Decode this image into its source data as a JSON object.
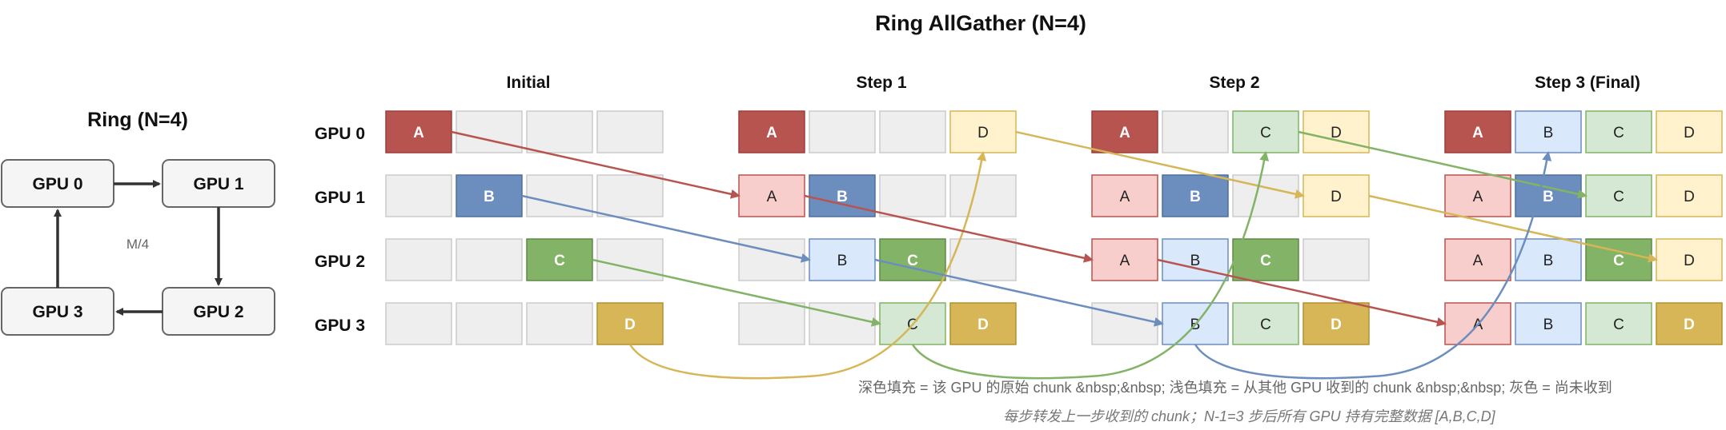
{
  "title": "Ring AllGather (N=4)",
  "ring": {
    "title": "Ring (N=4)",
    "nodes": [
      "GPU 0",
      "GPU 1",
      "GPU 2",
      "GPU 3"
    ],
    "edge_label": "M/4"
  },
  "steps": [
    "Initial",
    "Step 1",
    "Step 2",
    "Step 3 (Final)"
  ],
  "gpus": [
    "GPU 0",
    "GPU 1",
    "GPU 2",
    "GPU 3"
  ],
  "chunks": [
    "A",
    "B",
    "C",
    "D"
  ],
  "colors": {
    "A": {
      "dark": "#b85450",
      "light": "#f8cecc"
    },
    "B": {
      "dark": "#6c8ebf",
      "light": "#dae8fc"
    },
    "C": {
      "dark": "#82b366",
      "light": "#d5e8d4"
    },
    "D": {
      "dark": "#d6b656",
      "light": "#fff2cc"
    },
    "empty": "#eeeeee"
  },
  "grids": [
    [
      [
        "A",
        "dark"
      ],
      [
        "",
        "empty"
      ],
      [
        "",
        "empty"
      ],
      [
        "",
        "empty"
      ],
      [
        "",
        "empty"
      ],
      [
        "B",
        "dark"
      ],
      [
        "",
        "empty"
      ],
      [
        "",
        "empty"
      ],
      [
        "",
        "empty"
      ],
      [
        "",
        "empty"
      ],
      [
        "C",
        "dark"
      ],
      [
        "",
        "empty"
      ],
      [
        "",
        "empty"
      ],
      [
        "",
        "empty"
      ],
      [
        "",
        "empty"
      ],
      [
        "D",
        "dark"
      ]
    ],
    [
      [
        "A",
        "dark"
      ],
      [
        "",
        "empty"
      ],
      [
        "",
        "empty"
      ],
      [
        "D",
        "light"
      ],
      [
        "A",
        "light"
      ],
      [
        "B",
        "dark"
      ],
      [
        "",
        "empty"
      ],
      [
        "",
        "empty"
      ],
      [
        "",
        "empty"
      ],
      [
        "B",
        "light"
      ],
      [
        "C",
        "dark"
      ],
      [
        "",
        "empty"
      ],
      [
        "",
        "empty"
      ],
      [
        "",
        "empty"
      ],
      [
        "C",
        "light"
      ],
      [
        "D",
        "dark"
      ]
    ],
    [
      [
        "A",
        "dark"
      ],
      [
        "",
        "empty"
      ],
      [
        "C",
        "light"
      ],
      [
        "D",
        "light"
      ],
      [
        "A",
        "light"
      ],
      [
        "B",
        "dark"
      ],
      [
        "",
        "empty"
      ],
      [
        "D",
        "light"
      ],
      [
        "A",
        "light"
      ],
      [
        "B",
        "light"
      ],
      [
        "C",
        "dark"
      ],
      [
        "",
        "empty"
      ],
      [
        "",
        "empty"
      ],
      [
        "B",
        "light"
      ],
      [
        "C",
        "light"
      ],
      [
        "D",
        "dark"
      ]
    ],
    [
      [
        "A",
        "dark"
      ],
      [
        "B",
        "light"
      ],
      [
        "C",
        "light"
      ],
      [
        "D",
        "light"
      ],
      [
        "A",
        "light"
      ],
      [
        "B",
        "dark"
      ],
      [
        "C",
        "light"
      ],
      [
        "D",
        "light"
      ],
      [
        "A",
        "light"
      ],
      [
        "B",
        "light"
      ],
      [
        "C",
        "dark"
      ],
      [
        "D",
        "light"
      ],
      [
        "A",
        "light"
      ],
      [
        "B",
        "light"
      ],
      [
        "C",
        "light"
      ],
      [
        "D",
        "dark"
      ]
    ]
  ],
  "transfers": [
    {
      "chunk": "A",
      "step": 0,
      "from": 0,
      "to": 1
    },
    {
      "chunk": "B",
      "step": 0,
      "from": 1,
      "to": 2
    },
    {
      "chunk": "C",
      "step": 0,
      "from": 2,
      "to": 3
    },
    {
      "chunk": "D",
      "step": 0,
      "from": 3,
      "to": 0
    },
    {
      "chunk": "D",
      "step": 1,
      "from": 0,
      "to": 1
    },
    {
      "chunk": "A",
      "step": 1,
      "from": 1,
      "to": 2
    },
    {
      "chunk": "B",
      "step": 1,
      "from": 2,
      "to": 3
    },
    {
      "chunk": "C",
      "step": 1,
      "from": 3,
      "to": 0
    },
    {
      "chunk": "C",
      "step": 2,
      "from": 0,
      "to": 1
    },
    {
      "chunk": "D",
      "step": 2,
      "from": 1,
      "to": 2
    },
    {
      "chunk": "A",
      "step": 2,
      "from": 2,
      "to": 3
    },
    {
      "chunk": "B",
      "step": 2,
      "from": 3,
      "to": 0
    }
  ],
  "legend_line1": "深色填充 = 该 GPU 的原始 chunk &nbsp;&nbsp; 浅色填充 = 从其他 GPU 收到的 chunk &nbsp;&nbsp; 灰色 = 尚未收到",
  "legend_line2": "每步转发上一步收到的 chunk；N-1=3 步后所有 GPU 持有完整数据 [A,B,C,D]"
}
